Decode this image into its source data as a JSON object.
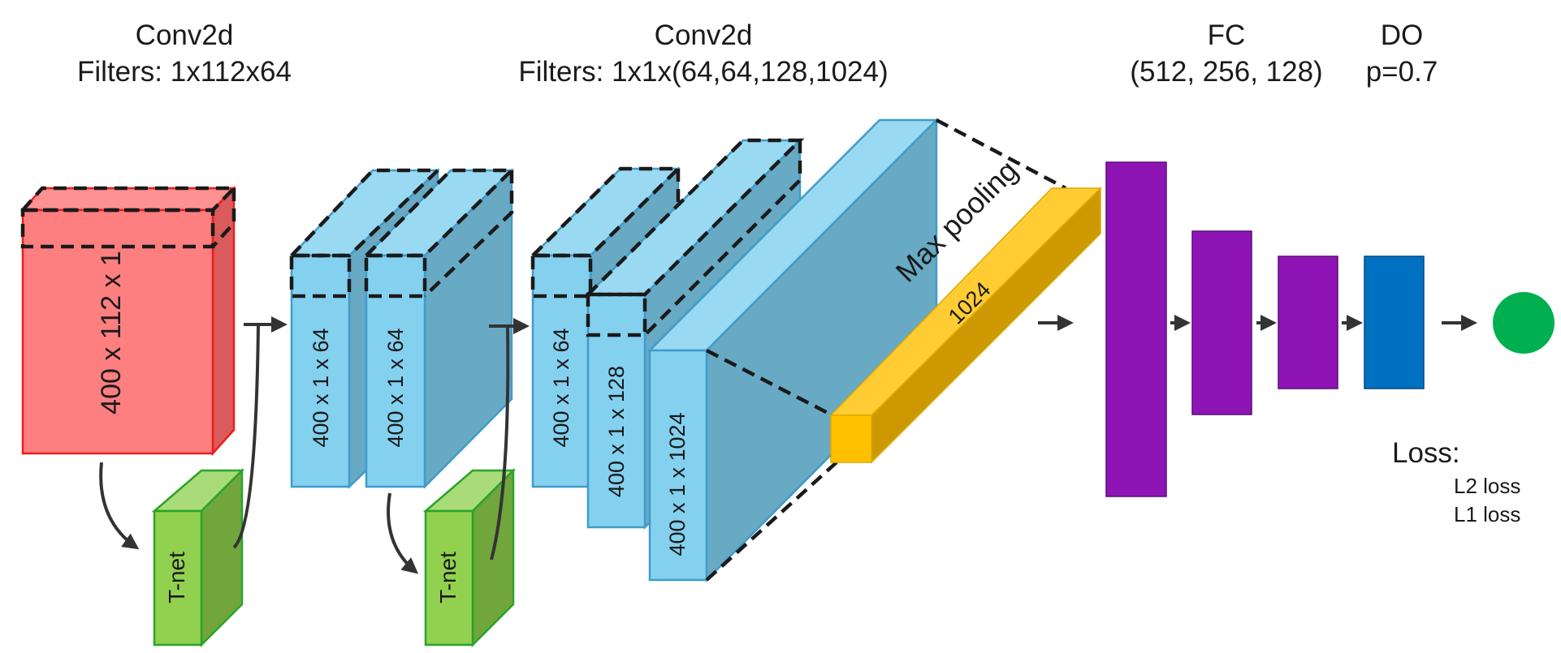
{
  "headers": {
    "conv1_title": "Conv2d",
    "conv1_filters": "Filters: 1x112x64",
    "conv2_title": "Conv2d",
    "conv2_filters": "Filters: 1x1x(64,64,128,1024)",
    "fc_title": "FC",
    "fc_sizes": "(512, 256, 128)",
    "do_title": "DO",
    "do_p": "p=0.7"
  },
  "blocks": {
    "input": "400 x 112 x 1",
    "conv1a": "400 x 1 x 64",
    "conv1b": "400 x 1 x 64",
    "conv2a": "400 x 1 x 64",
    "conv2b": "400 x 1 x 128",
    "conv2c": "400 x 1 x 1024",
    "tnet1": "T-net",
    "tnet2": "T-net"
  },
  "pooling": {
    "label": "Max pooling",
    "size": "1024"
  },
  "loss": {
    "title": "Loss:",
    "l2": "L2 loss",
    "l1": "L1 loss"
  },
  "colors": {
    "input_front": "#fe7f7f",
    "input_top": "#fe9191",
    "input_side": "#d95b5b",
    "input_edge": "#ee1c1c",
    "blue_front": "#84d0ef",
    "blue_top": "#9ad9f2",
    "blue_side": "#68a9c4",
    "blue_edge": "#3f9cc9",
    "tnet_front": "#92d050",
    "tnet_top": "#a9dc78",
    "tnet_side": "#70a63c",
    "tnet_edge": "#2aa32a",
    "pool_front": "#ffc000",
    "pool_top": "#ffcc33",
    "pool_side": "#cc9a00",
    "fc": "#8f14b5",
    "dropout": "#0070c0",
    "output": "#00b050"
  }
}
